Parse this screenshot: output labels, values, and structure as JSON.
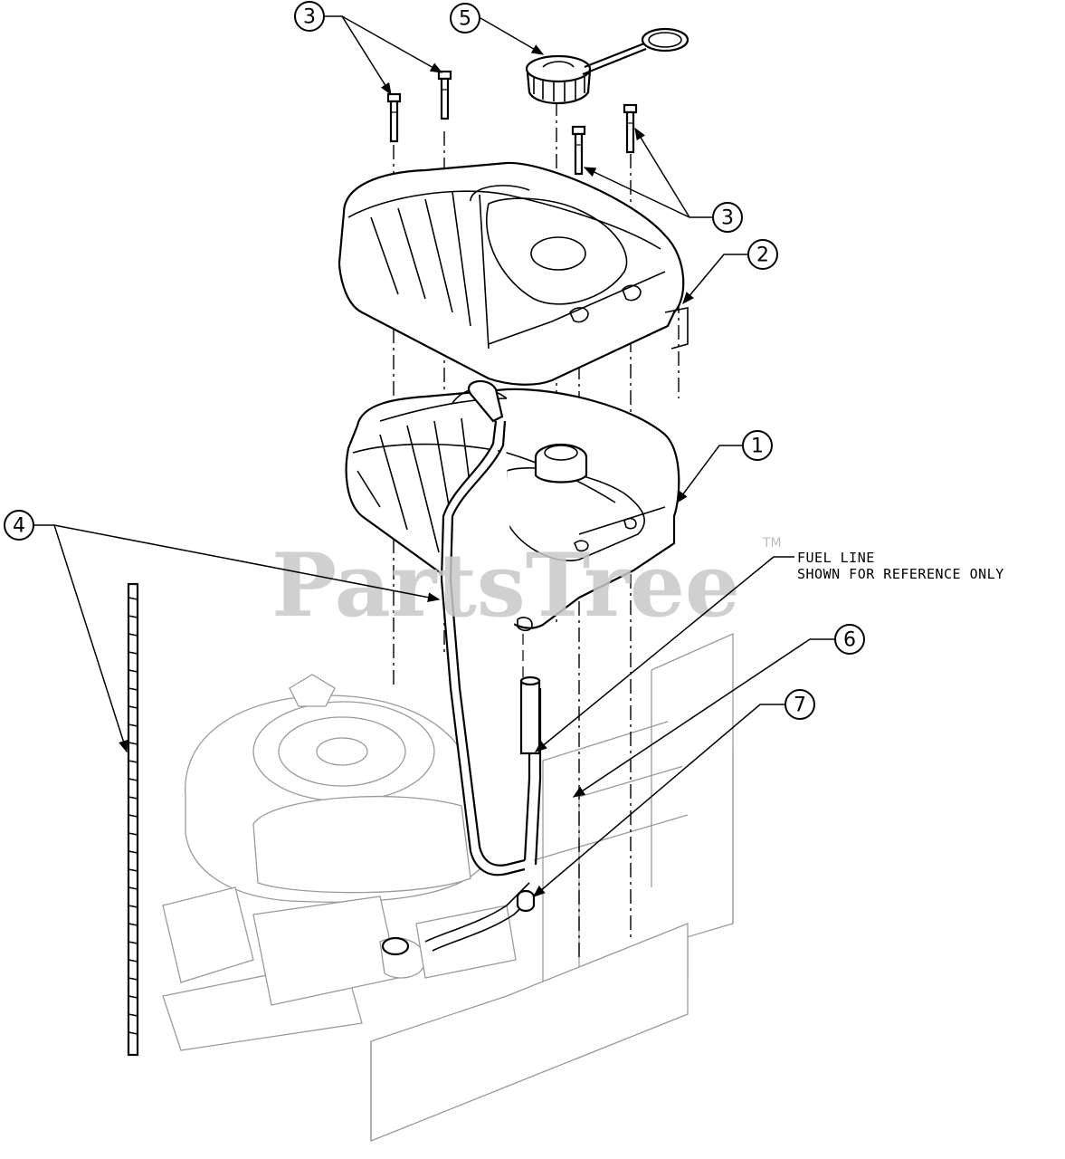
{
  "callouts": {
    "c1": "1",
    "c2": "2",
    "c3a": "3",
    "c3b": "3",
    "c4": "4",
    "c5": "5",
    "c6": "6",
    "c7": "7"
  },
  "note": {
    "line1": "FUEL LINE",
    "line2": "SHOWN FOR REFERENCE ONLY"
  },
  "watermark": {
    "text": "PartsTree",
    "tm": "TM"
  }
}
